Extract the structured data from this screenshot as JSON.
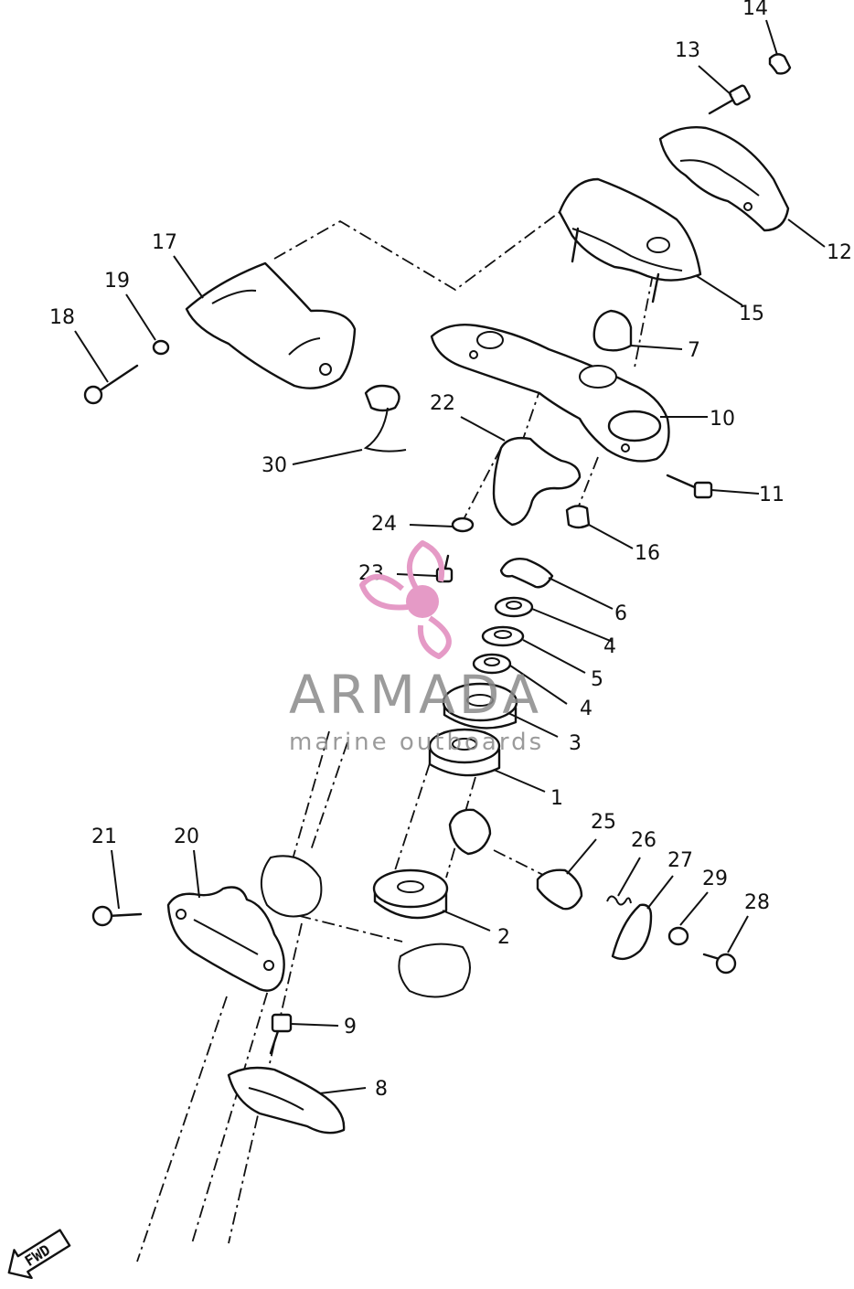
{
  "diagram": {
    "callouts": {
      "c1": "1",
      "c2": "2",
      "c3": "3",
      "c4a": "4",
      "c4b": "4",
      "c5": "5",
      "c6": "6",
      "c7": "7",
      "c8": "8",
      "c9": "9",
      "c10": "10",
      "c11": "11",
      "c12": "12",
      "c13": "13",
      "c14": "14",
      "c15": "15",
      "c16": "16",
      "c17": "17",
      "c18": "18",
      "c19": "19",
      "c20": "20",
      "c21": "21",
      "c22": "22",
      "c23": "23",
      "c24": "24",
      "c25": "25",
      "c26": "26",
      "c27": "27",
      "c28": "28",
      "c29": "29",
      "c30": "30"
    },
    "fwd_label": "FWD"
  },
  "watermark": {
    "name": "ARMADA",
    "tagline": "marine outboards",
    "brand_color": "#e59ac6",
    "text_color": "#8a8a8a"
  }
}
